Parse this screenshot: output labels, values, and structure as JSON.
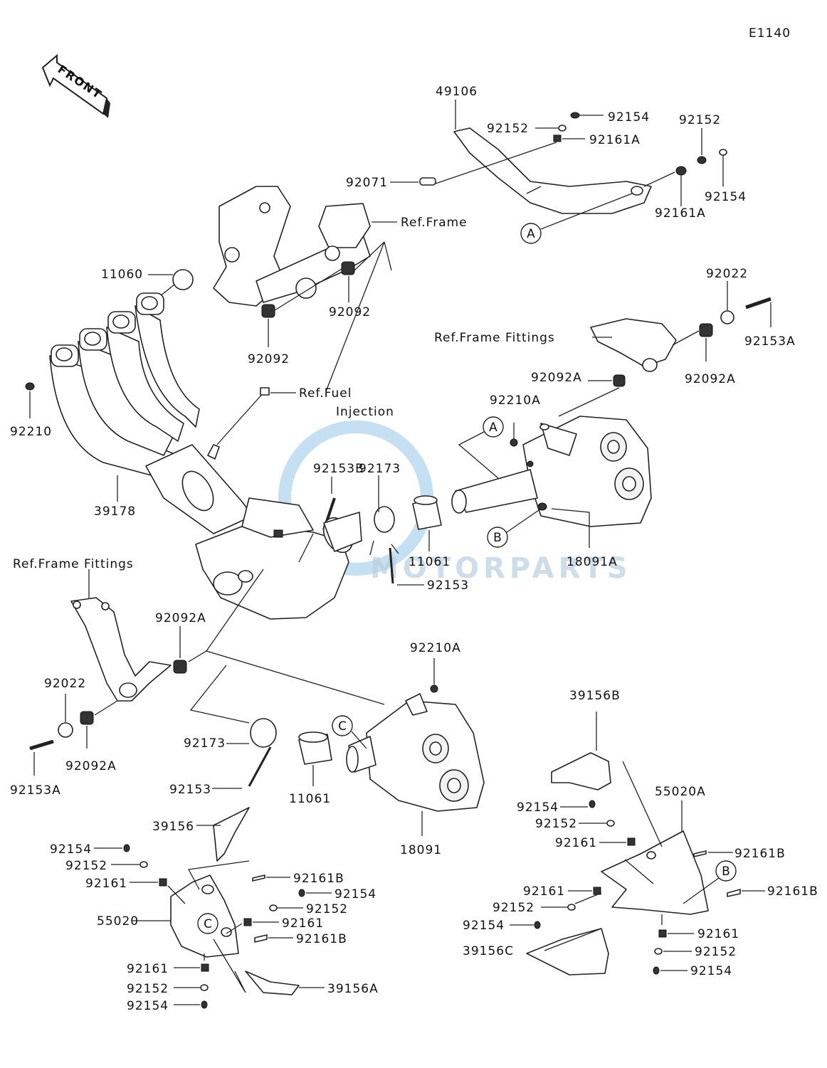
{
  "diagram_code": "E1140",
  "front_arrow_text": "FRONT",
  "watermark": "MOTORPARTS",
  "callouts": {
    "A": "A",
    "B": "B",
    "C": "C"
  },
  "labels": {
    "p49106": "49106",
    "p92154_top": "92154",
    "p92152_top": "92152",
    "p92161A_top": "92161A",
    "p92152_tr": "92152",
    "p92154_tr": "92154",
    "p92071": "92071",
    "p92161A_r": "92161A",
    "ref_frame": "Ref.Frame",
    "p11060": "11060",
    "p92092_a": "92092",
    "p92092_b": "92092",
    "p92022_r": "92022",
    "p92153A_r": "92153A",
    "ref_frame_fittings_r": "Ref.Frame Fittings",
    "p92092A_r1": "92092A",
    "p92092A_r2": "92092A",
    "p92210": "92210",
    "ref_fuel": "Ref.Fuel",
    "injection": "Injection",
    "p92210A_mid": "92210A",
    "p92153B": "92153B",
    "p92173_mid": "92173",
    "p39178": "39178",
    "p11061_mid": "11061",
    "p18091A": "18091A",
    "p92153_mid": "92153",
    "ref_frame_fittings_l": "Ref.Frame Fittings",
    "p92092A_l1": "92092A",
    "p92210A_low": "92210A",
    "p92022_l": "92022",
    "p92092A_l2": "92092A",
    "p92153A_l": "92153A",
    "p92173_low": "92173",
    "p92153_low": "92153",
    "p11061_low": "11061",
    "p18091": "18091",
    "p39156B": "39156B",
    "p55020A": "55020A",
    "p92154_rb1": "92154",
    "p92152_rb1": "92152",
    "p92161_rb1": "92161",
    "p92161B_rb1": "92161B",
    "p92161_rb2": "92161",
    "p92152_rb2": "92152",
    "p92154_rb2": "92154",
    "p92161B_rb2": "92161B",
    "p39156C": "39156C",
    "p92161_rb3": "92161",
    "p92152_rb3": "92152",
    "p92154_rb3": "92154",
    "p39156": "39156",
    "p92154_lb1": "92154",
    "p92152_lb1": "92152",
    "p92161_lb1": "92161",
    "p92161B_lb1": "92161B",
    "p55020": "55020",
    "p92154_lb2": "92154",
    "p92152_lb2": "92152",
    "p92161_lb2": "92161",
    "p92161B_lb2": "92161B",
    "p92161_lb3": "92161",
    "p92152_lb3": "92152",
    "p92154_lb3": "92154",
    "p39156A": "39156A"
  }
}
